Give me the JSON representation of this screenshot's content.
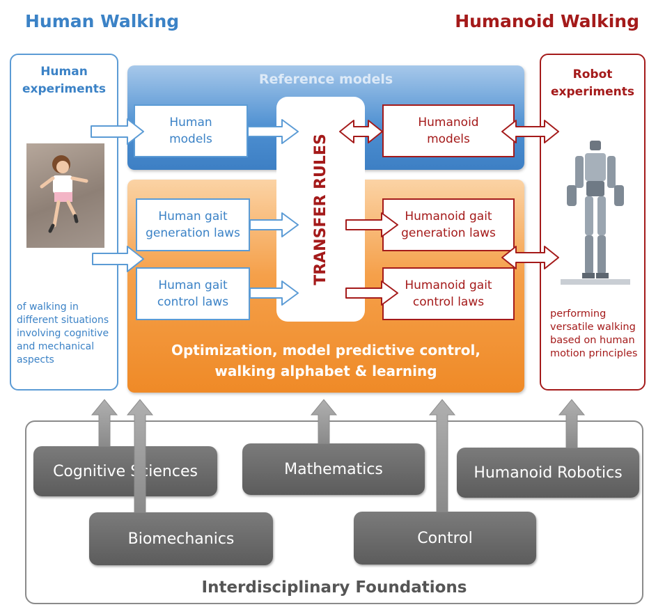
{
  "header": {
    "left_title": "Human Walking",
    "right_title": "Humanoid Walking"
  },
  "left_panel": {
    "title": "Human\nexperiments",
    "note": "of walking in\ndifferent situations\ninvolving  cognitive\nand mechanical\naspects",
    "photo": "child-running-photo"
  },
  "right_panel": {
    "title": "Robot\nexperiments",
    "note": "performing\nversatile walking\nbased on human\nmotion principles",
    "photo": "humanoid-robot-photo"
  },
  "reference": {
    "label": "Reference models",
    "human_models": "Human\nmodels",
    "humanoid_models": "Humanoid\nmodels"
  },
  "transfer_rules": "TRANSFER RULES",
  "optimization": {
    "human_gen": "Human gait\ngeneration laws",
    "human_ctrl": "Human gait\ncontrol laws",
    "humanoid_gen": "Humanoid gait\ngeneration laws",
    "humanoid_ctrl": "Humanoid gait\ncontrol laws",
    "caption": "Optimization, model predictive control,\nwalking alphabet  & learning"
  },
  "foundations": {
    "title": "Interdisciplinary Foundations",
    "cognitive": "Cognitive Sciences",
    "mathematics": "Mathematics",
    "humanoid_robotics": "Humanoid Robotics",
    "biomechanics": "Biomechanics",
    "control": "Control"
  },
  "colors": {
    "human_blue": "#3b82c6",
    "humanoid_red": "#a41a1a",
    "reference_blue": "#5b9bd5",
    "optimization_orange": "#f39a3c",
    "foundation_gray": "#6a6a6a"
  }
}
